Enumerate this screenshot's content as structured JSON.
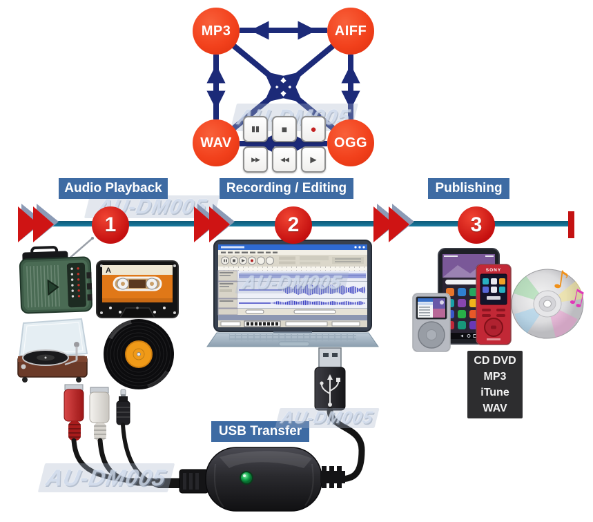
{
  "watermark": {
    "text": "AU-DM005"
  },
  "format_diagram": {
    "nodes": [
      {
        "label": "MP3"
      },
      {
        "label": "AIFF"
      },
      {
        "label": "WAV"
      },
      {
        "label": "OGG"
      }
    ],
    "node_color": "#f2411c",
    "arrow_color": "#1c2a78",
    "player_buttons": [
      {
        "name": "pause",
        "glyph": "▮▮"
      },
      {
        "name": "stop",
        "glyph": "■"
      },
      {
        "name": "record",
        "glyph": "●"
      },
      {
        "name": "fast-forward",
        "glyph": "▶▶"
      },
      {
        "name": "rewind",
        "glyph": "◀◀"
      },
      {
        "name": "play",
        "glyph": "▶"
      }
    ]
  },
  "workflow": {
    "stages": [
      {
        "number": "1",
        "label": "Audio Playback"
      },
      {
        "number": "2",
        "label": "Recording / Editing"
      },
      {
        "number": "3",
        "label": "Publishing"
      }
    ],
    "label_bg": "#3e6ba3",
    "timeline_color": "#15718f",
    "accent_red": "#cf1414"
  },
  "playback_sources": {
    "cassette_side_label": "A"
  },
  "publishing_outputs": {
    "player_brand": "SONY",
    "formats_box": [
      "CD DVD",
      "MP3",
      "iTune",
      "WAV"
    ]
  },
  "usb_capture": {
    "label": "USB Transfer"
  }
}
